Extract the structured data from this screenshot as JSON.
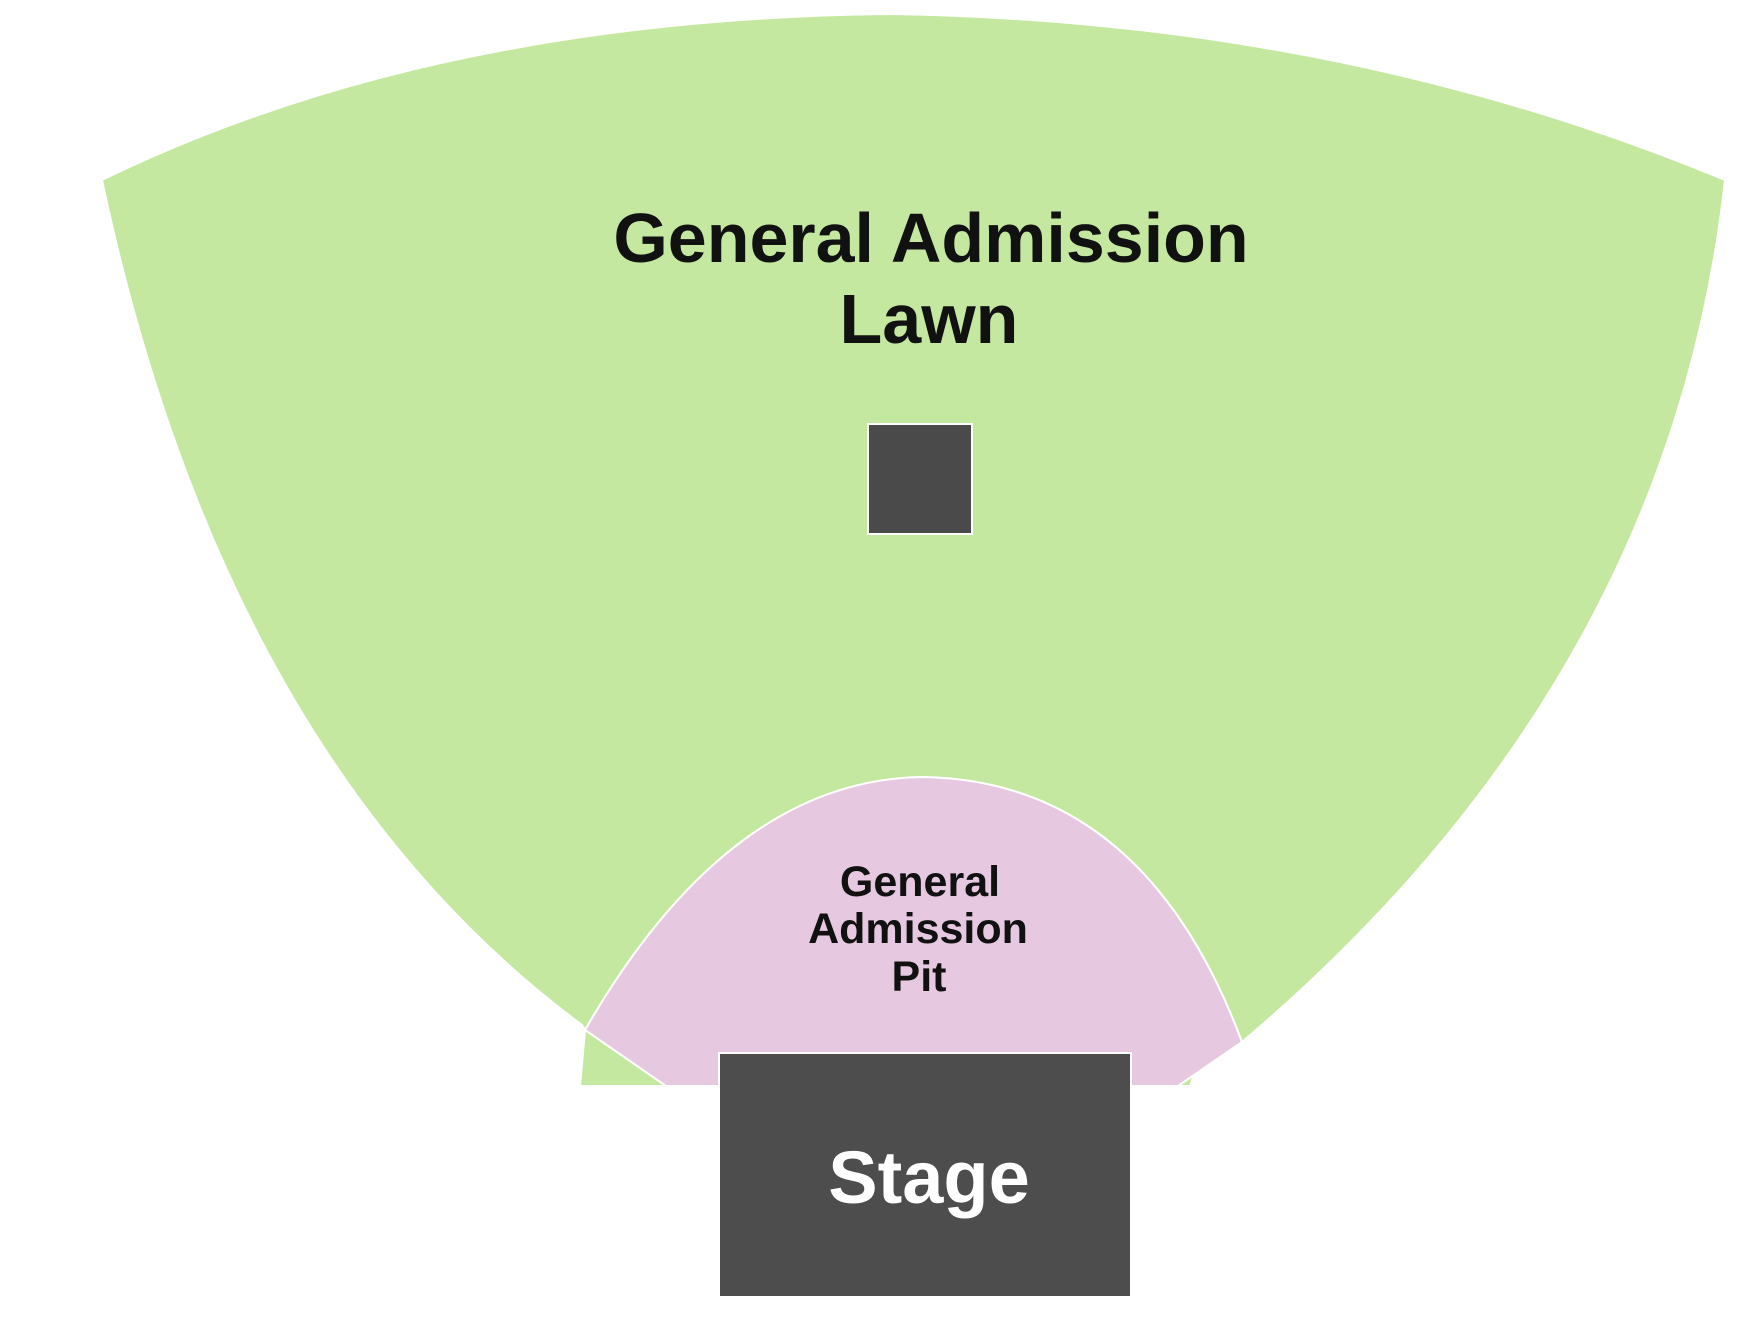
{
  "sections": {
    "lawn": {
      "label_line1": "General Admission",
      "label_line2": "Lawn",
      "color": "#c5e8a0"
    },
    "pit": {
      "label_line1": "General",
      "label_line2": "Admission",
      "label_line3": "Pit",
      "color": "#e6c9e0"
    },
    "stage": {
      "label": "Stage",
      "color": "#4d4d4d"
    },
    "structure_color": "#4a4a4a",
    "text_color": "#111111",
    "stage_text_color": "#ffffff"
  }
}
